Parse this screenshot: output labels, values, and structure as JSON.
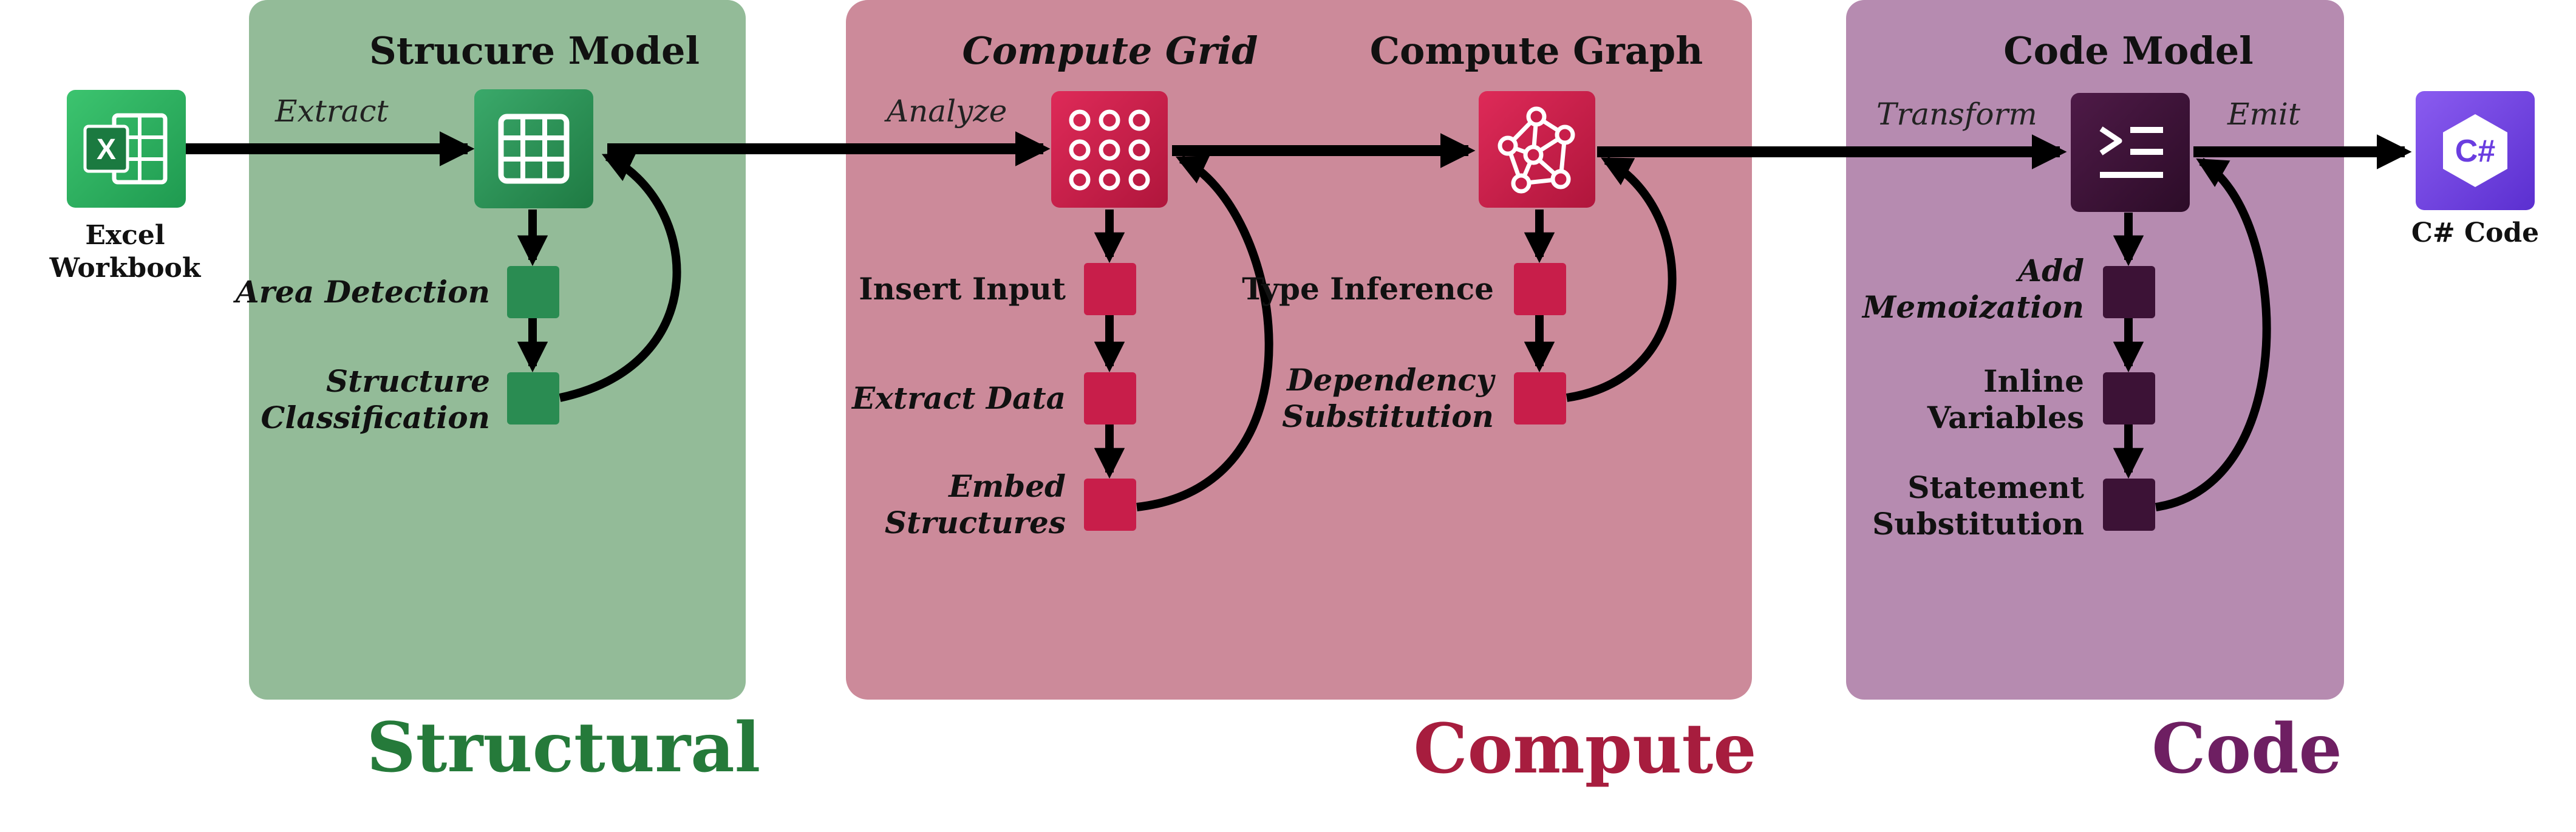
{
  "colors": {
    "structural_panel": "#93bb98",
    "compute_panel": "#cc8a9a",
    "code_panel": "#b68bb0",
    "structural_accent": "#2a8c52",
    "compute_accent": "#c81e4a",
    "code_accent": "#3c1236",
    "excel_icon": "#2bb05f",
    "csharp_icon": "#6a3de0",
    "structural_phase_text": "#257a3a",
    "compute_phase_text": "#a71d3e",
    "code_phase_text": "#6e1f62"
  },
  "panels": {
    "structural": {
      "title": "Strucure Model",
      "input_label": "Extract",
      "steps": [
        "Area Detection",
        "Structure Classification"
      ],
      "phase": "Structural"
    },
    "compute": {
      "grid_title": "Compute Grid",
      "graph_title": "Compute Graph",
      "grid_input_label": "Analyze",
      "grid_steps": [
        "Insert Input",
        "Extract Data",
        "Embed Structures"
      ],
      "graph_steps": [
        "Type Inference",
        "Dependency Substitution"
      ],
      "phase": "Compute"
    },
    "code": {
      "title": "Code Model",
      "input_label": "Transform",
      "output_label": "Emit",
      "steps": [
        "Add Memoization",
        "Inline Variables",
        "Statement Substitution"
      ],
      "phase": "Code"
    }
  },
  "endpoints": {
    "input": {
      "line1": "Excel",
      "line2": "Workbook",
      "icon": "excel-icon"
    },
    "output": {
      "label": "C# Code",
      "icon": "csharp-icon"
    }
  },
  "step_lines": {
    "structure_classification": [
      "Structure",
      "Classification"
    ],
    "embed_structures": [
      "Embed",
      "Structures"
    ],
    "dependency_substitution": [
      "Dependency",
      "Substitution"
    ],
    "add_memoization": [
      "Add",
      "Memoization"
    ],
    "inline_variables": [
      "Inline",
      "Variables"
    ],
    "statement_substitution": [
      "Statement",
      "Substitution"
    ]
  }
}
